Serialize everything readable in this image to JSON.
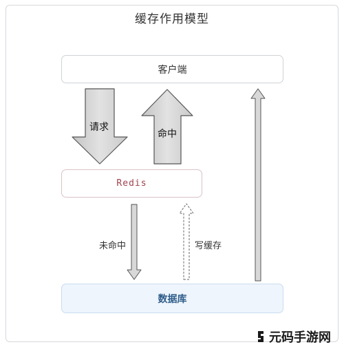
{
  "title": "缓存作用模型",
  "nodes": {
    "client": "客户端",
    "redis": "Redis",
    "database": "数据库"
  },
  "arrows": {
    "request": "请求",
    "hit": "命中",
    "miss": "未命中",
    "write_cache": "写缓存"
  },
  "watermark": "元码手游网",
  "colors": {
    "frame_border": "#d6d8dc",
    "redis_text": "#a0424e",
    "database_fill": "#eef5fc",
    "database_text": "#2f5d8a",
    "arrow_fill": "#d4d4d4",
    "arrow_stroke": "#555555"
  }
}
